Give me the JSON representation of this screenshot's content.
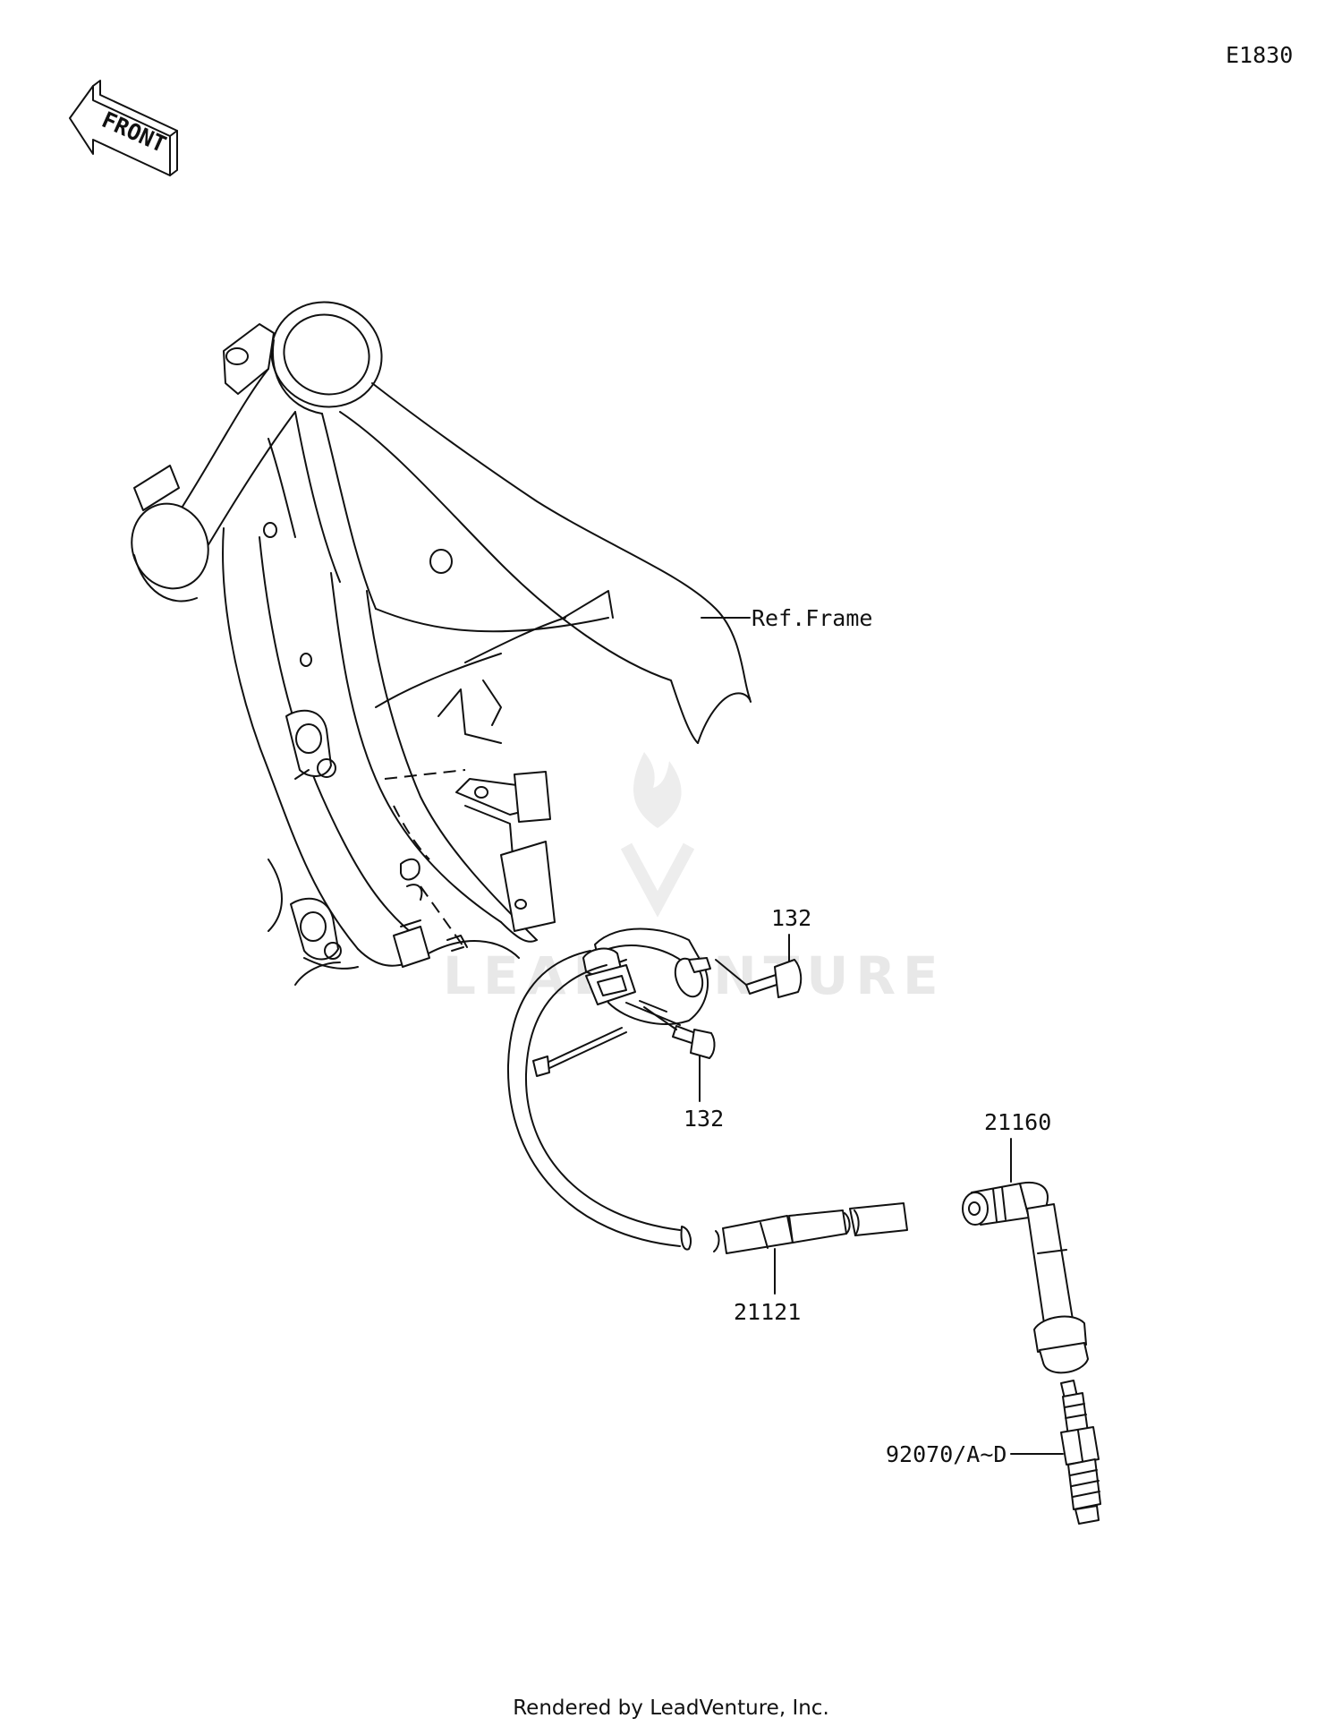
{
  "diagram_code": "E1830",
  "front_arrow_label": "FRONT",
  "watermark": "LEADVENTURE",
  "callouts": {
    "frame": "Ref.Frame",
    "bolt_upper": "132",
    "bolt_lower": "132",
    "plug_cap": "21160",
    "coil": "21121",
    "spark_plug": "92070/A~D"
  },
  "footer": "Rendered by LeadVenture, Inc."
}
